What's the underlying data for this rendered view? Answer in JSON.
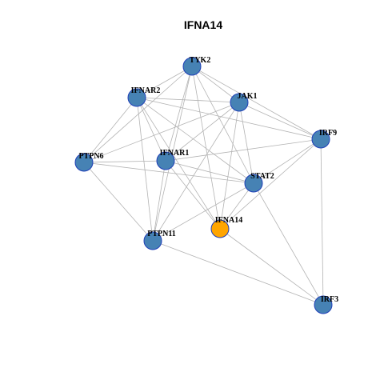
{
  "title": "IFNA14",
  "colors": {
    "node_default": "#4682b4",
    "node_focus": "#ffa500",
    "node_border": "#1f3fb8",
    "edge": "#b3b3b3"
  },
  "nodes": [
    {
      "id": "TYK2",
      "label": "TYK2",
      "focus": false
    },
    {
      "id": "IFNAR2",
      "label": "IFNAR2",
      "focus": false
    },
    {
      "id": "JAK1",
      "label": "JAK1",
      "focus": false
    },
    {
      "id": "IRF9",
      "label": "IRF9",
      "focus": false
    },
    {
      "id": "PTPN6",
      "label": "PTPN6",
      "focus": false
    },
    {
      "id": "IFNAR1",
      "label": "IFNAR1",
      "focus": false
    },
    {
      "id": "STAT2",
      "label": "STAT2",
      "focus": false
    },
    {
      "id": "IFNA14",
      "label": "IFNA14",
      "focus": true
    },
    {
      "id": "PTPN11",
      "label": "PTPN11",
      "focus": false
    },
    {
      "id": "IRF3",
      "label": "IRF3",
      "focus": false
    }
  ],
  "edges": [
    [
      "TYK2",
      "IFNAR2"
    ],
    [
      "TYK2",
      "JAK1"
    ],
    [
      "TYK2",
      "IRF9"
    ],
    [
      "TYK2",
      "PTPN6"
    ],
    [
      "TYK2",
      "IFNAR1"
    ],
    [
      "TYK2",
      "STAT2"
    ],
    [
      "TYK2",
      "IFNA14"
    ],
    [
      "TYK2",
      "PTPN11"
    ],
    [
      "IFNAR2",
      "JAK1"
    ],
    [
      "IFNAR2",
      "IRF9"
    ],
    [
      "IFNAR2",
      "PTPN6"
    ],
    [
      "IFNAR2",
      "IFNAR1"
    ],
    [
      "IFNAR2",
      "STAT2"
    ],
    [
      "IFNAR2",
      "IFNA14"
    ],
    [
      "IFNAR2",
      "PTPN11"
    ],
    [
      "JAK1",
      "IRF9"
    ],
    [
      "JAK1",
      "PTPN6"
    ],
    [
      "JAK1",
      "IFNAR1"
    ],
    [
      "JAK1",
      "STAT2"
    ],
    [
      "JAK1",
      "IFNA14"
    ],
    [
      "JAK1",
      "PTPN11"
    ],
    [
      "IRF9",
      "IFNAR1"
    ],
    [
      "IRF9",
      "STAT2"
    ],
    [
      "IRF9",
      "IFNA14"
    ],
    [
      "IRF9",
      "IRF3"
    ],
    [
      "PTPN6",
      "IFNAR1"
    ],
    [
      "PTPN6",
      "STAT2"
    ],
    [
      "PTPN6",
      "PTPN11"
    ],
    [
      "IFNAR1",
      "STAT2"
    ],
    [
      "IFNAR1",
      "IFNA14"
    ],
    [
      "IFNAR1",
      "PTPN11"
    ],
    [
      "STAT2",
      "IFNA14"
    ],
    [
      "STAT2",
      "PTPN11"
    ],
    [
      "STAT2",
      "IRF3"
    ],
    [
      "IFNA14",
      "IRF3"
    ],
    [
      "PTPN11",
      "IRF3"
    ]
  ]
}
